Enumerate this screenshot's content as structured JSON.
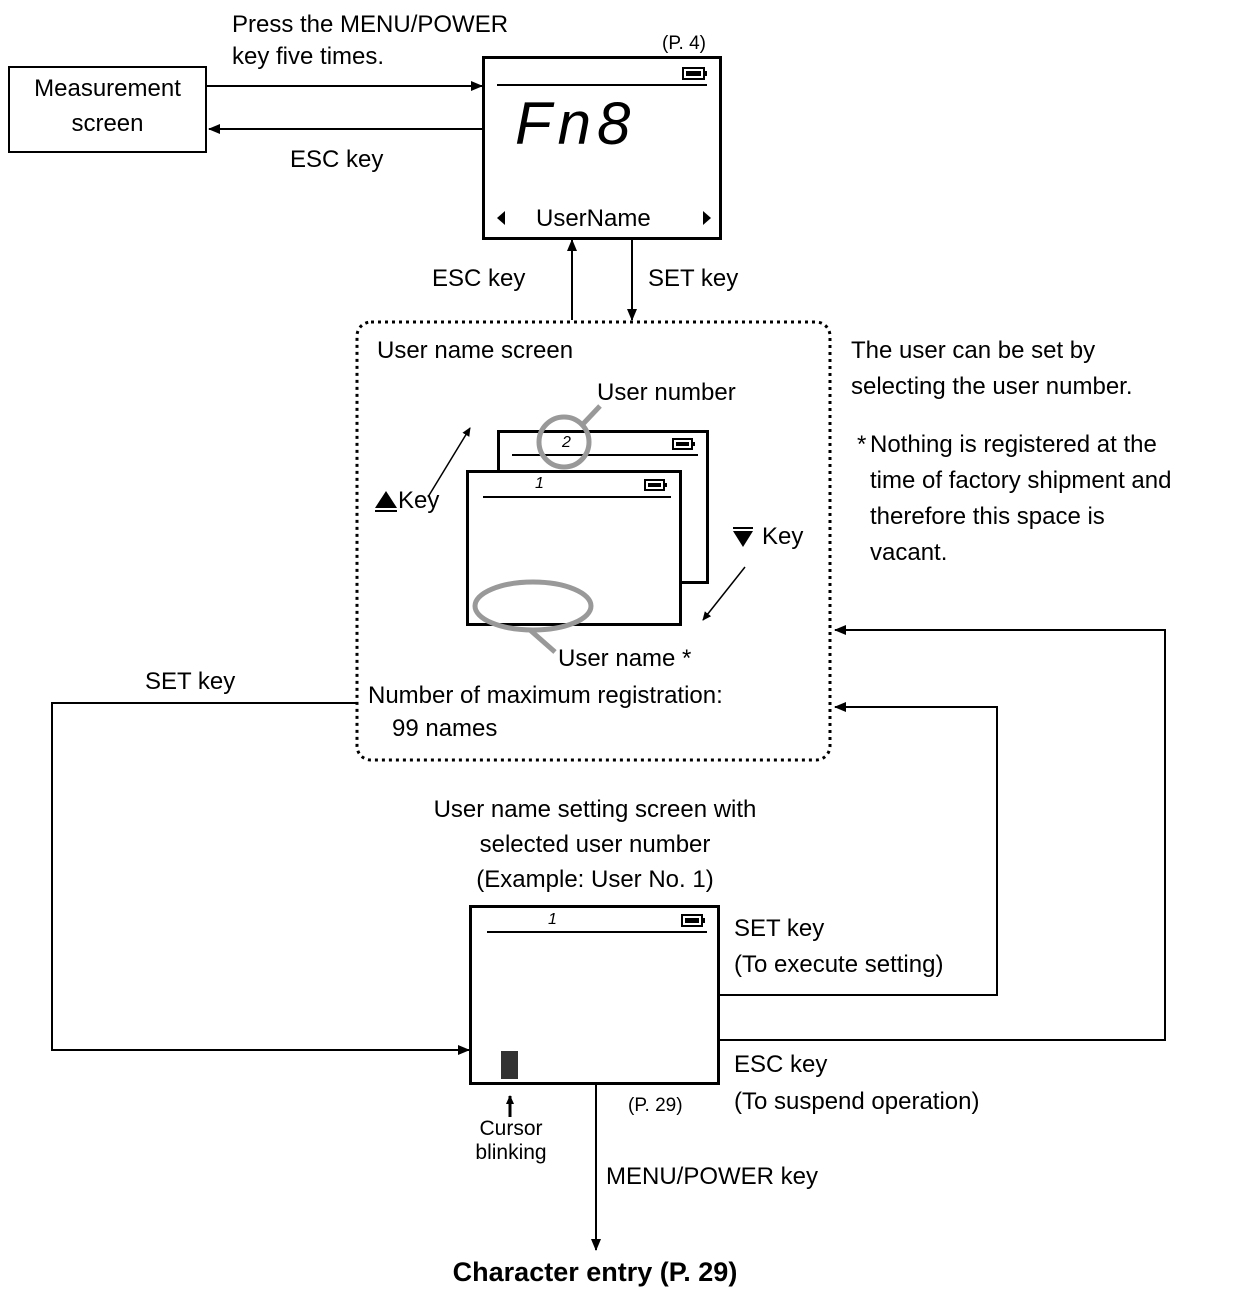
{
  "measurement_box": [
    "Measurement",
    "screen"
  ],
  "press_menu": [
    "Press the MENU/POWER",
    "key five times."
  ],
  "esc_key_top": "ESC key",
  "page_ref_p4": "(P. 4)",
  "fn_screen": {
    "code": "Fn8",
    "label": "UserName"
  },
  "esc_key_up": "ESC  key",
  "set_key_down": "SET key",
  "user_name_screen": {
    "title": "User name screen",
    "user_number_label": "User number",
    "up_key": "Key",
    "down_key": "Key",
    "back_display_number": "2",
    "front_display_number": "1",
    "user_name_label": "User name *",
    "max_registration": [
      "Number of maximum registration:",
      "99 names"
    ]
  },
  "right_note": [
    "The user can be set by",
    "selecting the user number."
  ],
  "footnote": [
    "Nothing is registered at the",
    "time of factory shipment and",
    "therefore this space is",
    "vacant."
  ],
  "footnote_mark": "*",
  "set_key_left": "SET key",
  "setting_screen_caption": [
    "User name setting screen with",
    "selected user number",
    "(Example: User No. 1)"
  ],
  "setting_display_number": "1",
  "set_key_execute": [
    "SET key",
    "(To execute setting)"
  ],
  "esc_key_suspend": [
    "ESC key",
    "(To suspend operation)"
  ],
  "page_ref_p29": "(P. 29)",
  "cursor_label": [
    "Cursor",
    "blinking"
  ],
  "menu_power_key": "MENU/POWER key",
  "character_entry": "Character entry (P. 29)",
  "colors": {
    "magnifier": "#999999",
    "line": "#000000"
  }
}
